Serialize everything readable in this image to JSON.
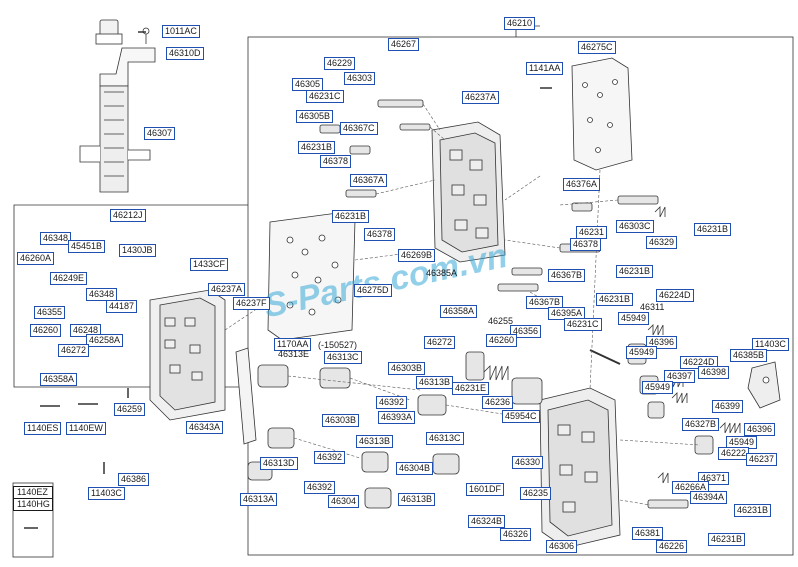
{
  "watermark": "S-Parts.com.vn",
  "labels": {
    "l46210": "46210",
    "l1011AC": "1011AC",
    "l46310D": "46310D",
    "l46307": "46307",
    "l46267": "46267",
    "l46229": "46229",
    "l46305": "46305",
    "l46303a": "46303",
    "l46231Ca": "46231C",
    "l46305B": "46305B",
    "l46367C": "46367C",
    "l46231Ba": "46231B",
    "l46378a": "46378",
    "l46275C": "46275C",
    "l1141AA": "1141AA",
    "l46237Aa": "46237A",
    "l46212J": "46212J",
    "l46348a": "46348",
    "l45451B": "45451B",
    "l1430JB": "1430JB",
    "l46260A": "46260A",
    "l1433CF": "1433CF",
    "l46249E": "46249E",
    "l46348b": "46348",
    "l44187": "44187",
    "l46355": "46355",
    "l46260a": "46260",
    "l46248": "46248",
    "l46258A": "46258A",
    "l46272a": "46272",
    "l46358Aa": "46358A",
    "l46237Ab": "46237A",
    "l46237F": "46237F",
    "l46367A": "46367A",
    "l46231Bb": "46231B",
    "l46378b": "46378",
    "l46269B": "46269B",
    "l46385A": "46385A",
    "l46275D": "46275D",
    "l46376A": "46376A",
    "l46231a": "46231",
    "l46303C": "46303C",
    "l46378c": "46378",
    "l46329a": "46329",
    "l46231Bc": "46231B",
    "l46367Ba": "46367B",
    "l46231Bd": "46231B",
    "l46367Bb": "46367B",
    "l46231Be": "46231B",
    "l46395A": "46395A",
    "l46358Ab": "46358A",
    "l46255": "46255",
    "l46356": "46356",
    "l46231Cb": "46231C",
    "l46272b": "46272",
    "l46260b": "46260",
    "l46224Da": "46224D",
    "l46311": "46311",
    "l45949a": "45949",
    "l46396a": "46396",
    "l45949b": "45949",
    "l1170AA": "1170AA",
    "l150527": "(-150527)",
    "l46313E": "46313E",
    "l46313C": "46313C",
    "l46303B": "46303B",
    "l46313Ba": "46313B",
    "l46231E": "46231E",
    "l46224Db": "46224D",
    "l46397": "46397",
    "l46398": "46398",
    "l11403Ca": "11403C",
    "l46385B": "46385B",
    "l45949c": "45949",
    "l46399": "46399",
    "l46392a": "46392",
    "l46236": "46236",
    "l45954C": "45954C",
    "l46343A": "46343A",
    "l46303Bb": "46303B",
    "l46393A": "46393A",
    "l46313Bb": "46313B",
    "l46313Cb": "46313C",
    "l46392b": "46392",
    "l46304B": "46304B",
    "l46313D": "46313D",
    "l46327B": "46327B",
    "l46396b": "46396",
    "l45949d": "45949",
    "l46222": "46222",
    "l46237": "46237",
    "l46330": "46330",
    "l46371": "46371",
    "l46266A": "46266A",
    "l46392c": "46392",
    "l46304": "46304",
    "l46313Bc": "46313B",
    "l46313A": "46313A",
    "l1601DF": "1601DF",
    "l46235": "46235",
    "l46394A": "46394A",
    "l46231Bf": "46231B",
    "l46324B": "46324B",
    "l46326": "46326",
    "l46306": "46306",
    "l46381": "46381",
    "l46226": "46226",
    "l46231Bg": "46231B",
    "l46259": "46259",
    "l1140ES": "1140ES",
    "l1140EW": "1140EW",
    "l46386": "46386",
    "l11403Cb": "11403C",
    "l1140EZ": "1140EZ",
    "l1140HG": "1140HG"
  }
}
